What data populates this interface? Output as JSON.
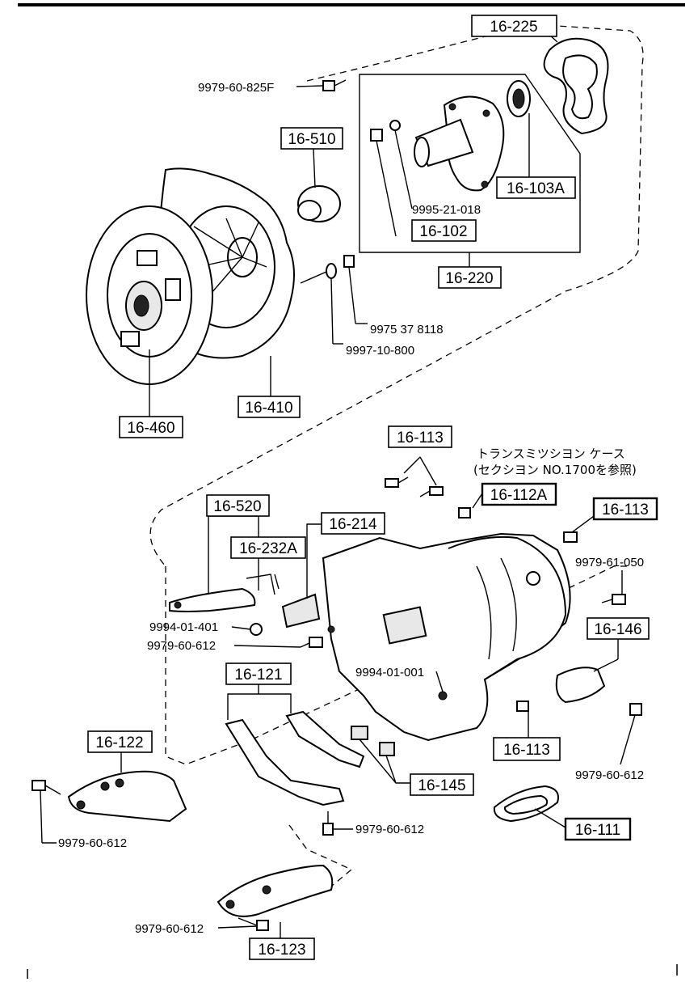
{
  "callouts": {
    "c16_225": "16-225",
    "c9979_60_825f": "9979-60-825F",
    "c16_510": "16-510",
    "c16_103a": "16-103A",
    "c9995_21_018": "9995-21-018",
    "c16_102": "16-102",
    "c16_220": "16-220",
    "c9975_37_8118": "9975 37 8118",
    "c9997_10_800": "9997-10-800",
    "c16_410": "16-410",
    "c16_460": "16-460",
    "c16_113_top": "16-113",
    "jp_line1": "トランスミツシヨン ケース",
    "jp_line2": "(セクシヨン NO.1700を参照)",
    "c16_112a": "16-112A",
    "c16_113_right": "16-113",
    "c16_520": "16-520",
    "c16_214": "16-214",
    "c16_232a": "16-232A",
    "c9979_61_050": "9979-61-050",
    "c16_146": "16-146",
    "c9994_01_401": "9994-01-401",
    "c9979_60_612_a": "9979-60-612",
    "c9994_01_001": "9994-01-001",
    "c16_121": "16-121",
    "c16_113_bottom": "16-113",
    "c16_122": "16-122",
    "c9979_60_612_b": "9979-60-612",
    "c16_145": "16-145",
    "c16_111": "16-111",
    "c9979_60_612_c": "9979-60-612",
    "c9979_60_612_d": "9979-60-612",
    "c9979_60_612_e": "9979-60-612",
    "c16_123": "16-123"
  }
}
